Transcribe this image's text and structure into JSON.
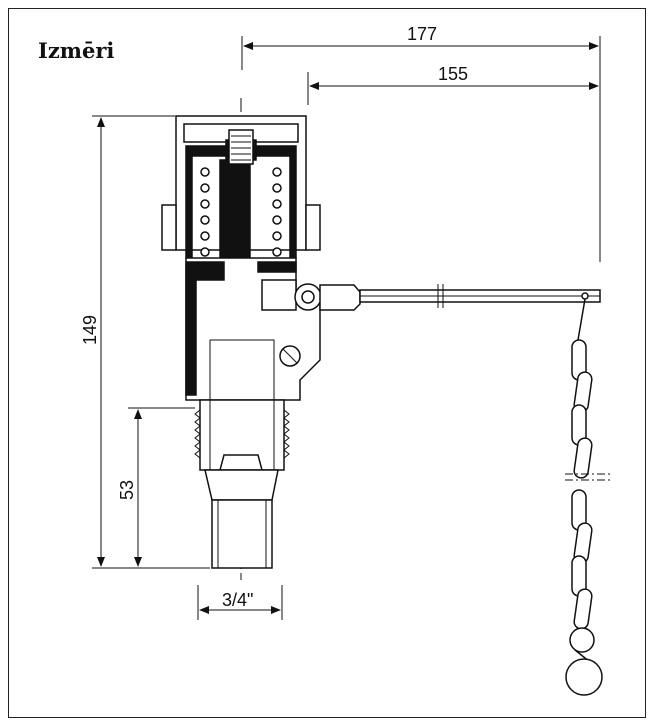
{
  "title": "Izmēri",
  "dimensions": {
    "overall_width": "177",
    "lever_width": "155",
    "overall_height": "149",
    "thread_height": "53",
    "thread_size": "3/4\""
  }
}
